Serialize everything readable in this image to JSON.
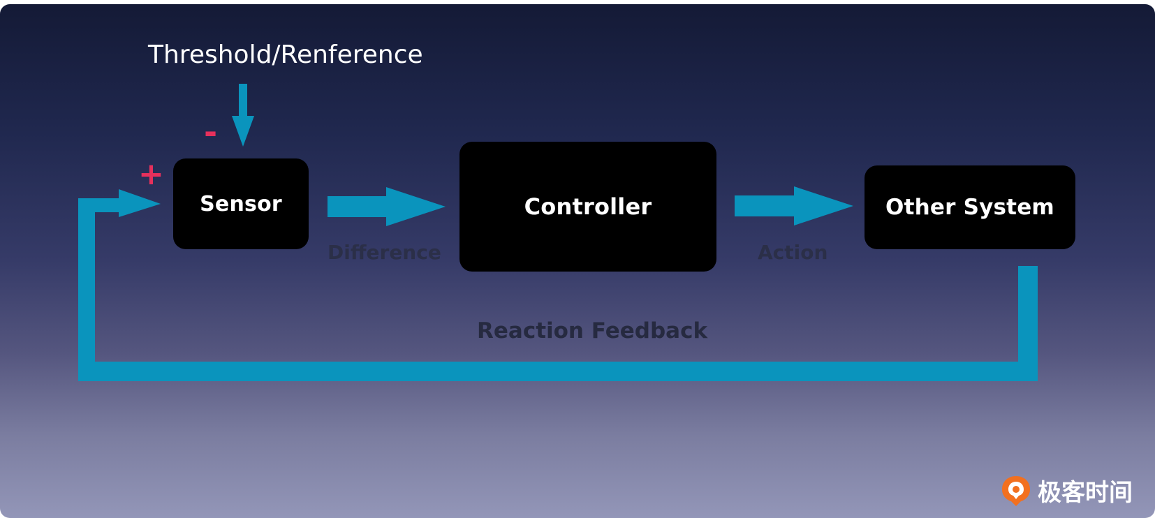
{
  "diagram": {
    "input_label": "Threshold/Renference",
    "minus_sign": "-",
    "plus_sign": "+",
    "nodes": {
      "sensor": "Sensor",
      "controller": "Controller",
      "other_system": "Other System"
    },
    "edges": {
      "difference": "Difference",
      "action": "Action",
      "feedback": "Reaction Feedback"
    },
    "colors": {
      "arrow": "#0a94bd",
      "sign": "#e6305c",
      "block": "#000000",
      "background_top": "#141a36",
      "background_bottom": "#9396b8"
    }
  },
  "watermark": {
    "brand_text": "极客时间",
    "logo_icon": "geektime-logo-icon",
    "logo_color": "#f2701f"
  }
}
